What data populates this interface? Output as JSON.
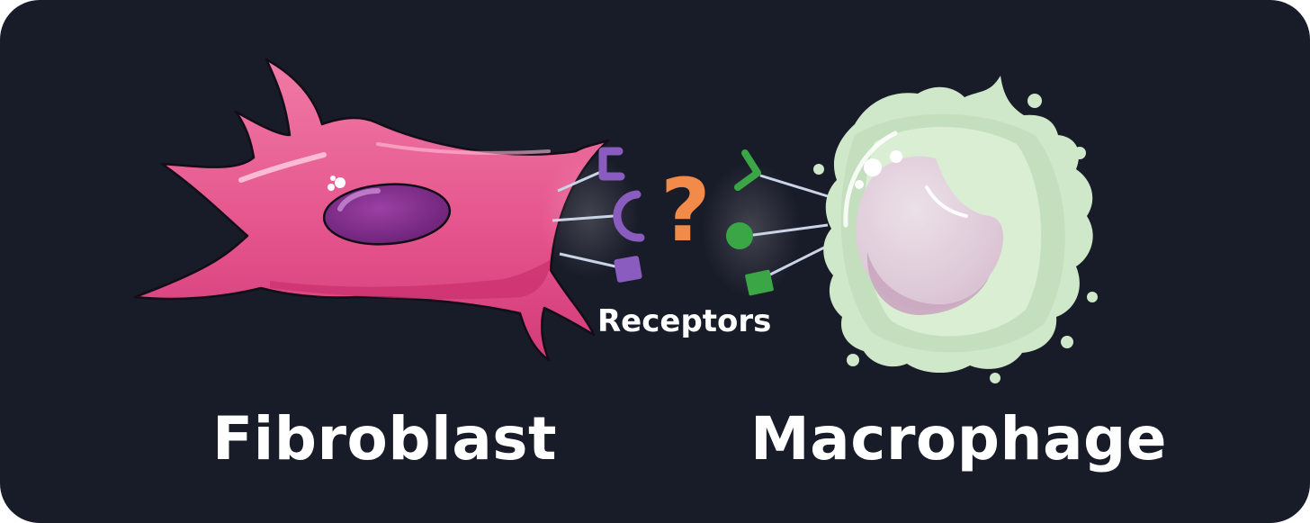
{
  "labels": {
    "fibroblast": "Fibroblast",
    "macrophage": "Macrophage",
    "receptors": "Receptors",
    "question": "?"
  },
  "icons": {
    "fibroblast": "fibroblast-cell-icon",
    "macrophage": "macrophage-cell-icon"
  },
  "colors": {
    "background": "#181b28",
    "fibroblast": "#e6588f",
    "fibroblast_nucleus": "#7a2a86",
    "macrophage": "#cfe8c9",
    "macrophage_nucleus": "#e4d1dd",
    "purple_receptor": "#8a5cc0",
    "green_receptor": "#3aa646",
    "question_mark": "#f28b4a",
    "text": "#ffffff"
  }
}
